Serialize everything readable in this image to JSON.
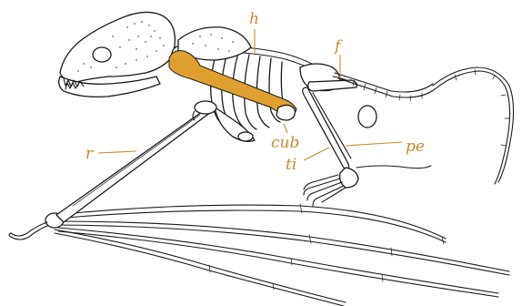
{
  "colors": {
    "highlight": "#E0A030",
    "label": "#C88A2E",
    "ink": "#1a1a1a",
    "background": "#ffffff"
  },
  "labels": {
    "humerus": "h",
    "femur": "f",
    "cubitus": "cub",
    "radius": "r",
    "pes": "pe",
    "tibia": "ti"
  }
}
